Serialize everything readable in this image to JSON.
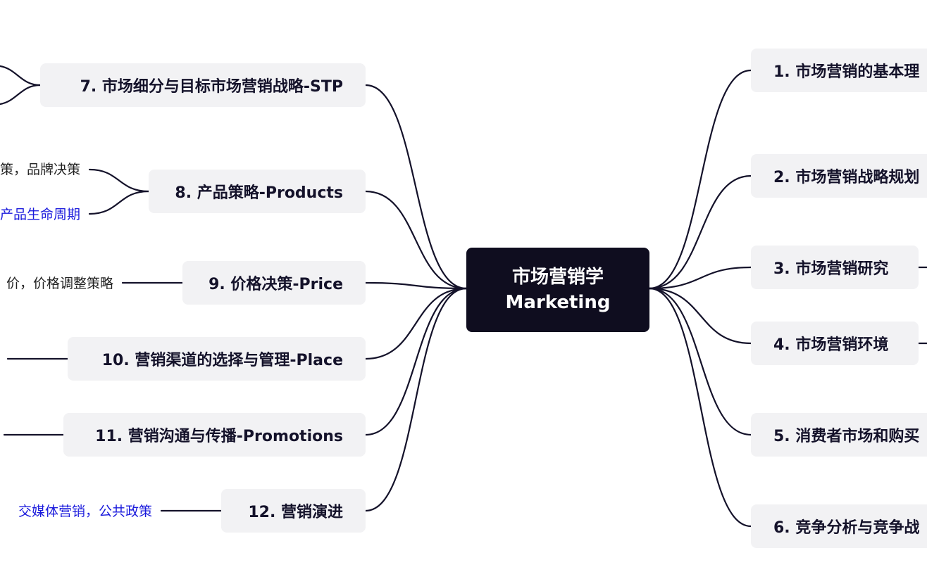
{
  "root": {
    "line1": "市场营销学",
    "line2": "Marketing"
  },
  "right_topics": [
    {
      "label": "1. 市场营销的基本理"
    },
    {
      "label": "2. 市场营销战略规划"
    },
    {
      "label": "3. 市场营销研究"
    },
    {
      "label": "4. 市场营销环境"
    },
    {
      "label": "5. 消费者市场和购买"
    },
    {
      "label": "6. 竞争分析与竞争战"
    }
  ],
  "left_topics": [
    {
      "label": "7. 市场细分与目标市场营销战略-STP"
    },
    {
      "label": "8. 产品策略-Products"
    },
    {
      "label": "9. 价格决策-Price"
    },
    {
      "label": "10. 营销渠道的选择与管理-Place"
    },
    {
      "label": "11. 营销沟通与传播-Promotions"
    },
    {
      "label": "12. 营销演进"
    }
  ],
  "subtopics": {
    "products_a": "策，品牌决策",
    "products_b": "产品生命周期",
    "price": "价，价格调整策略",
    "evolution": "交媒体营销，公共政策"
  },
  "colors": {
    "root_bg": "#0f0d1f",
    "topic_bg": "#f2f2f4",
    "line": "#14122a",
    "highlight_text": "#1a1adc"
  }
}
